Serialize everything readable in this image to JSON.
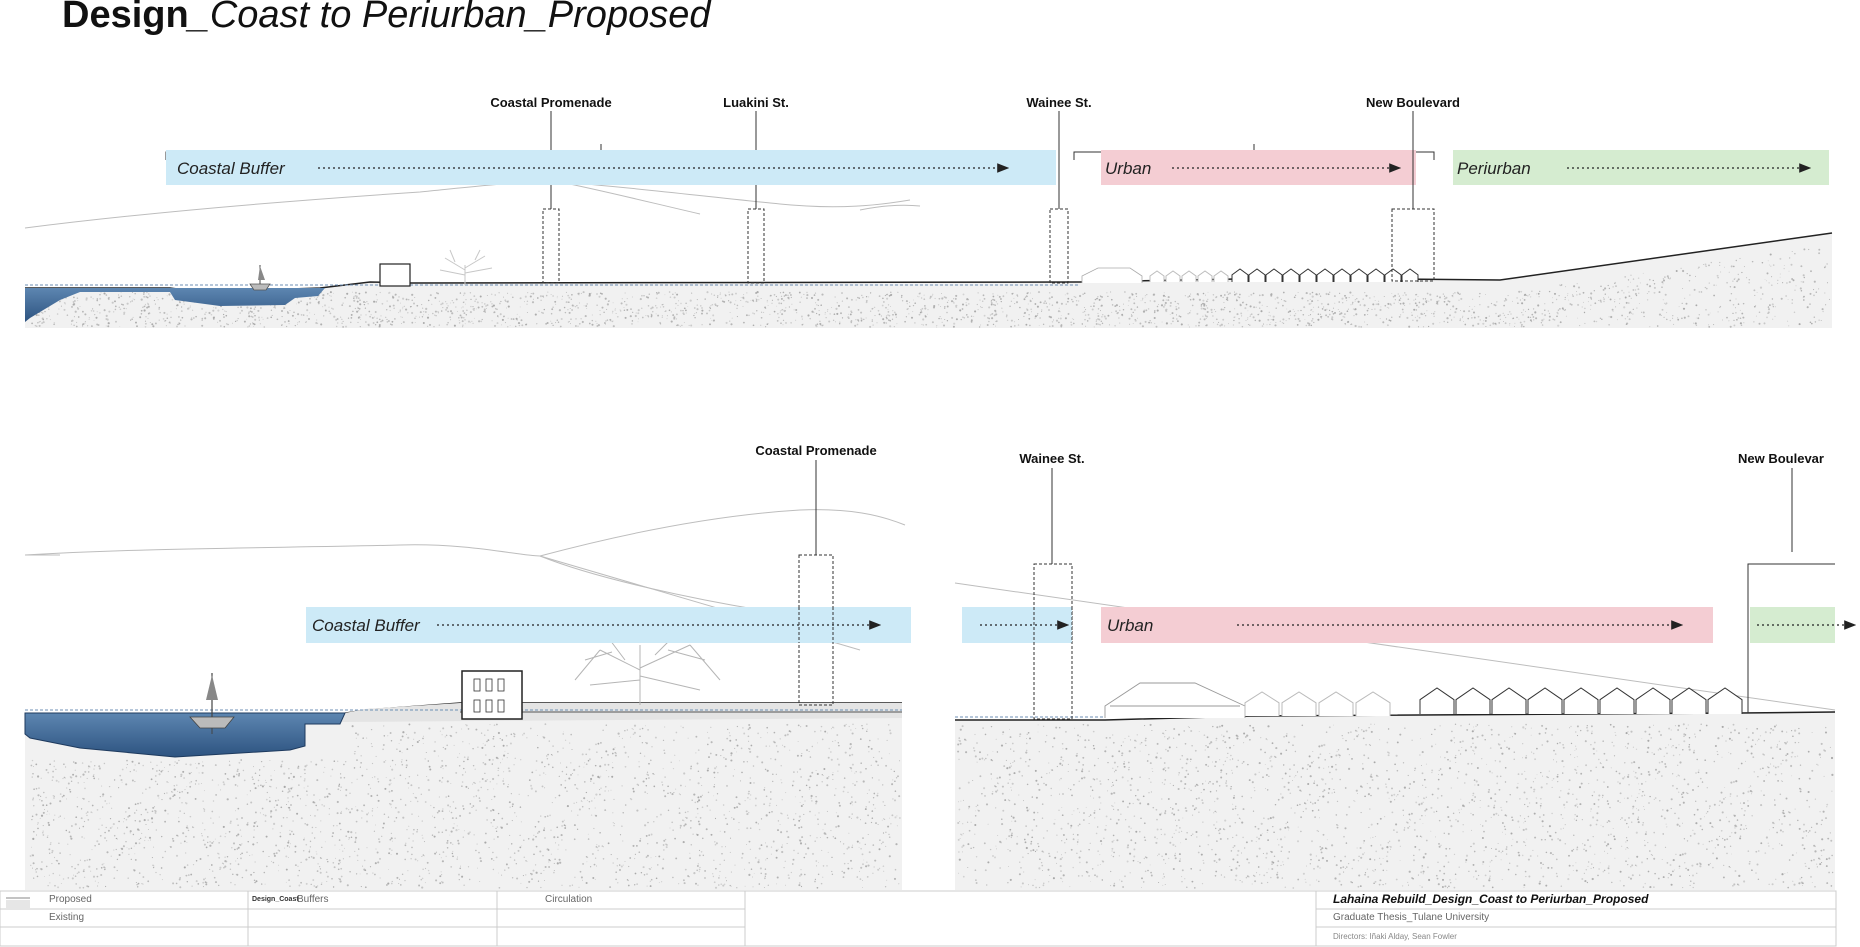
{
  "title": {
    "bold": "Design",
    "italic": "_Coast to Periurban_Proposed"
  },
  "section_top": {
    "callouts": {
      "promenade": "Coastal Promenade",
      "luakini": "Luakini St.",
      "wainee": "Wainee St.",
      "boulevard": "New Boulevard"
    },
    "bands": {
      "coastal": "Coastal Buffer",
      "urban": "Urban",
      "periurban": "Periurban"
    }
  },
  "section_bottom": {
    "callouts": {
      "promenade": "Coastal Promenade",
      "wainee": "Wainee St.",
      "boulevard": "New Boulevar"
    },
    "bands": {
      "coastal": "Coastal Buffer",
      "urban": "Urban"
    }
  },
  "legend": {
    "proposed": "Proposed",
    "existing": "Existing",
    "buffers": "Buffers",
    "buffers_logo": "Design_Coast",
    "circulation": "Circulation",
    "project_title": "Lahaina Rebuild_Design_Coast to Periurban_Proposed",
    "thesis": "Graduate Thesis_Tulane University",
    "directors": "Directors: Iñaki Alday, Sean Fowler"
  },
  "colors": {
    "coastal_band": "#cdeaf7",
    "urban_band": "#f4cdd3",
    "periurban_band": "#d5ecd0",
    "water": "#3e6591",
    "ground_stipple": "#9b9b9b",
    "outline": "#222222"
  }
}
